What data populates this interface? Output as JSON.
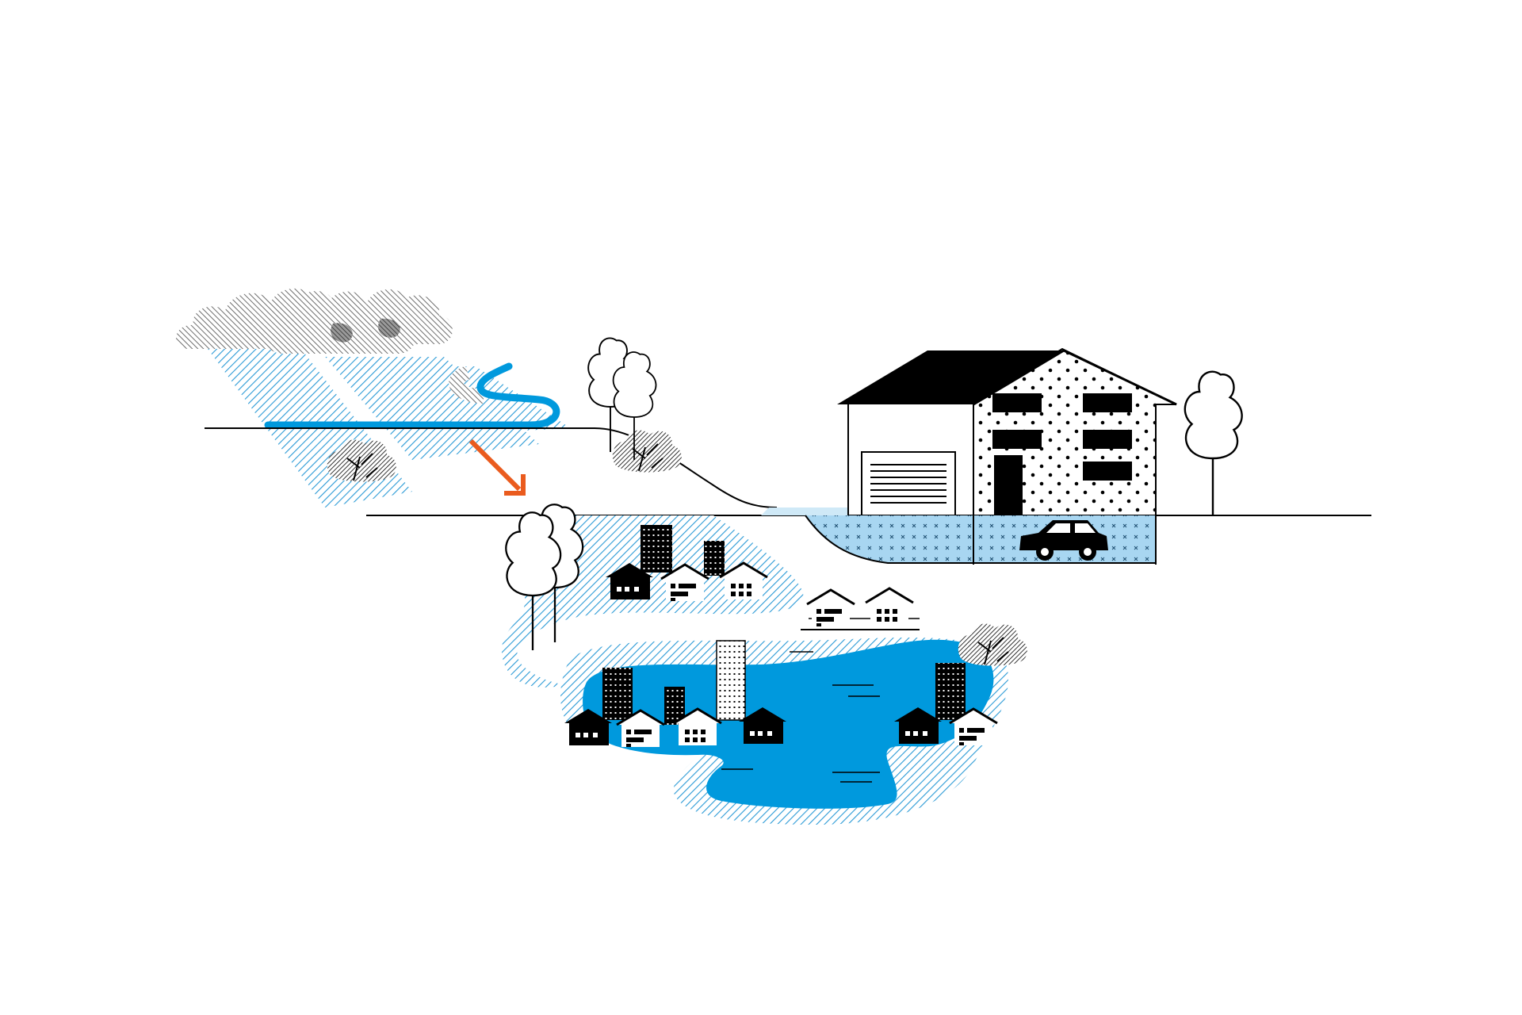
{
  "colors": {
    "water": "#0099dd",
    "water_light": "#cfe9f7",
    "hatch": "#2a9ad6",
    "cloud": "#6e6e6e",
    "ink": "#000000",
    "arrow": "#ea5b1e",
    "background": "#ffffff"
  },
  "scene": {
    "elements": [
      "rain-cloud-icon",
      "rainfall-area",
      "river-stream",
      "flow-direction-arrow",
      "tree-icon",
      "shrub-icon",
      "house-with-garage",
      "flooded-basement",
      "car-icon",
      "apartment-building-icon",
      "house-icon",
      "flood-lake"
    ]
  }
}
